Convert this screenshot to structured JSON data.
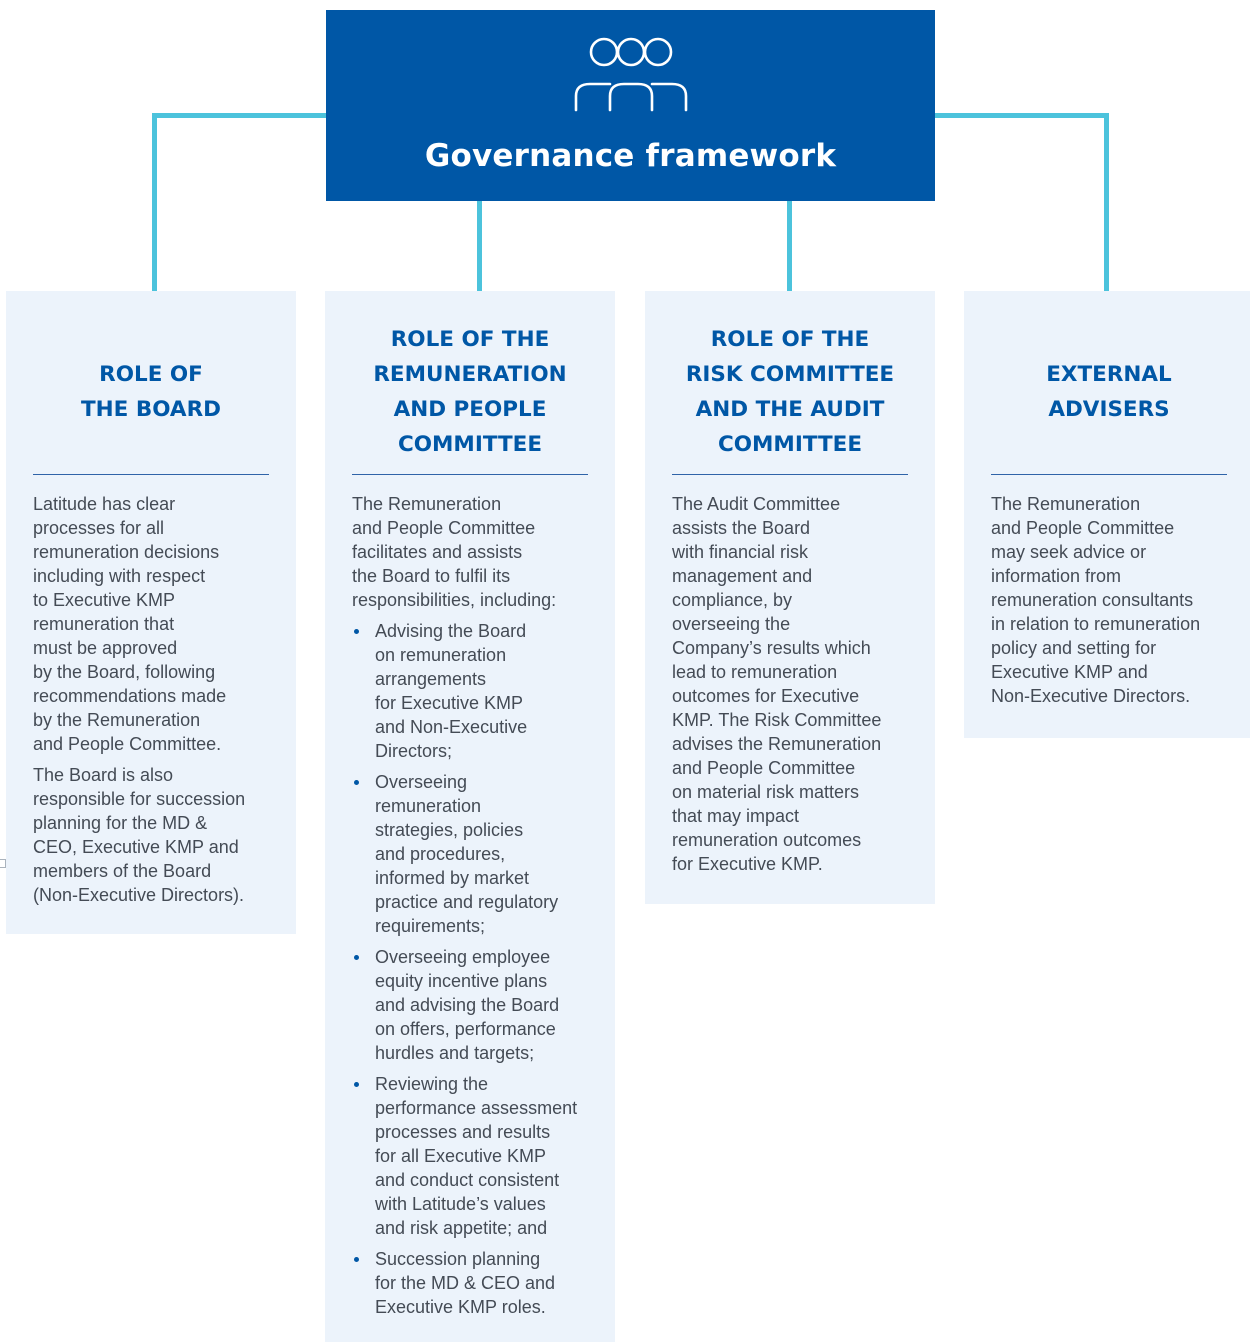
{
  "header": {
    "title": "Governance framework",
    "icon": "people-group-icon",
    "background_color": "#0057a6"
  },
  "colors": {
    "connector": "#4cc3dc",
    "card_background": "#ecf3fb",
    "title_text": "#0057a6",
    "body_text": "#444b55"
  },
  "cards": [
    {
      "title": "ROLE OF\nTHE BOARD",
      "paragraphs": [
        "Latitude has clear\nprocesses for all\nremuneration decisions\nincluding with respect\nto Executive KMP\nremuneration that\nmust be approved\nby the Board, following\nrecommendations made\nby the Remuneration\nand People Committee.",
        "The Board is also\nresponsible for succession\nplanning for the MD &\nCEO, Executive KMP and\nmembers of the Board\n(Non-Executive Directors)."
      ]
    },
    {
      "title": "ROLE OF THE\nREMUNERATION\nAND PEOPLE\nCOMMITTEE",
      "intro": "The Remuneration\nand People Committee\nfacilitates and assists\nthe Board to fulfil its\nresponsibilities, including:",
      "bullets": [
        "Advising the Board\non remuneration\narrangements\nfor Executive KMP\nand Non-Executive\nDirectors;",
        "Overseeing\nremuneration\nstrategies, policies\nand procedures,\ninformed by market\npractice and regulatory\nrequirements;",
        "Overseeing employee\nequity incentive plans\nand advising the Board\non offers, performance\nhurdles and targets;",
        "Reviewing the\nperformance assessment\nprocesses and results\nfor all Executive KMP\nand conduct consistent\nwith Latitude’s values\nand risk appetite; and",
        "Succession planning\nfor the MD & CEO and\nExecutive KMP roles."
      ]
    },
    {
      "title": "ROLE OF THE\nRISK COMMITTEE\nAND THE AUDIT\nCOMMITTEE",
      "paragraphs": [
        "The Audit Committee\nassists the Board\nwith financial risk\nmanagement and\ncompliance, by\noverseeing the\nCompany’s results which\nlead to remuneration\noutcomes for Executive\nKMP. The Risk Committee\nadvises the Remuneration\nand People Committee\non material risk matters\nthat may impact\nremuneration outcomes\nfor Executive KMP."
      ]
    },
    {
      "title": "EXTERNAL\nADVISERS",
      "paragraphs": [
        "The Remuneration\nand People Committee\nmay seek advice or\ninformation from\nremuneration consultants\nin relation to remuneration\npolicy and setting for\nExecutive KMP and\nNon-Executive Directors."
      ]
    }
  ]
}
